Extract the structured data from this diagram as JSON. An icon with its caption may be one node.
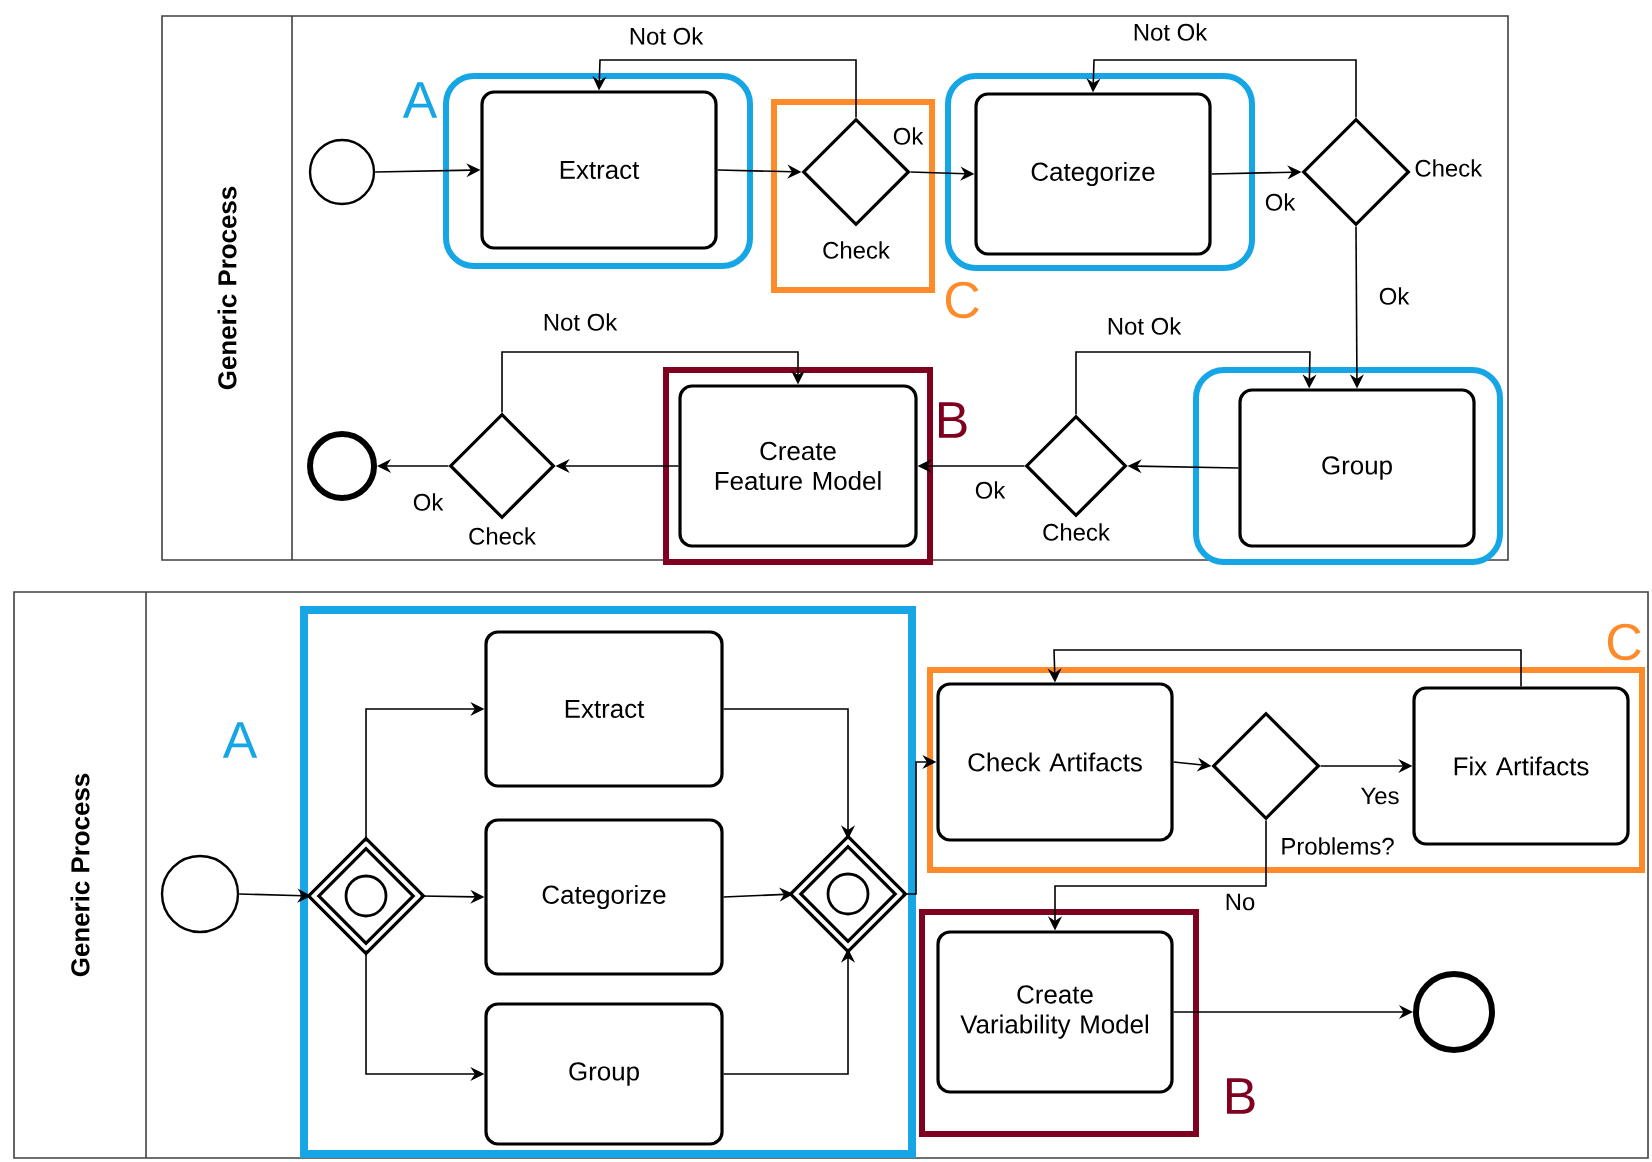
{
  "diagram": {
    "nodes": [
      {
        "text": [
          "Generic Process"
        ]
      },
      {
        "text": [],
        "shape": "circle",
        "in": 0
      },
      {
        "text": [
          "A"
        ],
        "in": 0
      },
      {
        "text": [
          "Extract"
        ],
        "in": 2
      },
      {
        "text": [
          "C"
        ],
        "in": 0
      },
      {
        "text": [
          "Check"
        ],
        "in": 4
      },
      {
        "text": [],
        "shape": "box",
        "in": 0
      },
      {
        "text": [
          "Categorize"
        ],
        "in": 6
      },
      {
        "text": [
          "Check"
        ],
        "in": 0
      },
      {
        "text": [],
        "shape": "box",
        "in": 0
      },
      {
        "text": [
          "Group"
        ],
        "in": 9
      },
      {
        "text": [
          "Check"
        ],
        "in": 0
      },
      {
        "text": [
          "B"
        ],
        "in": 0
      },
      {
        "text": [
          "Create Feature Model"
        ],
        "in": 12
      },
      {
        "text": [
          "Check"
        ],
        "in": 0
      },
      {
        "text": [],
        "shape": "circle",
        "in": 0
      },
      {
        "text": [
          "Generic Process"
        ]
      },
      {
        "text": [],
        "shape": "circle",
        "in": 16
      },
      {
        "text": [
          "A"
        ],
        "in": 16
      },
      {
        "text": [],
        "shape": "diamond",
        "in": 18
      },
      {
        "text": [
          "Extract"
        ],
        "in": 18
      },
      {
        "text": [
          "Categorize"
        ],
        "in": 18
      },
      {
        "text": [
          "Group"
        ],
        "in": 18
      },
      {
        "text": [],
        "shape": "diamond",
        "in": 18
      },
      {
        "text": [
          "C"
        ],
        "in": 16
      },
      {
        "text": [
          "Check Artifacts"
        ],
        "in": 24
      },
      {
        "text": [
          "Problems?"
        ],
        "in": 24
      },
      {
        "text": [
          "Fix Artifacts"
        ],
        "in": 24
      },
      {
        "text": [
          "B"
        ],
        "in": 16
      },
      {
        "text": [
          "Create Variability Model"
        ],
        "in": 28
      },
      {
        "text": [],
        "shape": "circle",
        "in": 16
      }
    ],
    "edges": [
      {
        "from": 1,
        "to": 3,
        "arrow": "to"
      },
      {
        "from": 3,
        "to": 5,
        "arrow": "to"
      },
      {
        "from": 5,
        "to": 3,
        "arrow": "to",
        "label": "Not Ok"
      },
      {
        "from": 5,
        "to": 7,
        "arrow": "to",
        "label": "Ok"
      },
      {
        "from": 7,
        "to": 8,
        "arrow": "to",
        "label": "Ok"
      },
      {
        "from": 8,
        "to": 7,
        "arrow": "to",
        "label": "Not Ok"
      },
      {
        "from": 8,
        "to": 10,
        "arrow": "to",
        "label": "Ok"
      },
      {
        "from": 10,
        "to": 11,
        "arrow": "to"
      },
      {
        "from": 11,
        "to": 10,
        "arrow": "to",
        "label": "Not Ok"
      },
      {
        "from": 11,
        "to": 13,
        "arrow": "to",
        "label": "Ok"
      },
      {
        "from": 13,
        "to": 14,
        "arrow": "to"
      },
      {
        "from": 14,
        "to": 13,
        "arrow": "to",
        "label": "Not Ok"
      },
      {
        "from": 14,
        "to": 15,
        "arrow": "to",
        "label": "Ok"
      },
      {
        "from": 17,
        "to": 19,
        "arrow": "to"
      },
      {
        "from": 19,
        "to": 20,
        "arrow": "to"
      },
      {
        "from": 19,
        "to": 21,
        "arrow": "to"
      },
      {
        "from": 19,
        "to": 22,
        "arrow": "to"
      },
      {
        "from": 20,
        "to": 23,
        "arrow": "to"
      },
      {
        "from": 21,
        "to": 23,
        "arrow": "to"
      },
      {
        "from": 22,
        "to": 23,
        "arrow": "to"
      },
      {
        "from": 23,
        "to": 25,
        "arrow": "to"
      },
      {
        "from": 25,
        "to": 26,
        "arrow": "to"
      },
      {
        "from": 26,
        "to": 27,
        "arrow": "to",
        "label": "Yes"
      },
      {
        "from": 27,
        "to": 25,
        "arrow": "to"
      },
      {
        "from": 26,
        "to": 29,
        "arrow": "to",
        "label": "No"
      },
      {
        "from": 29,
        "to": 30,
        "arrow": "to"
      }
    ]
  }
}
